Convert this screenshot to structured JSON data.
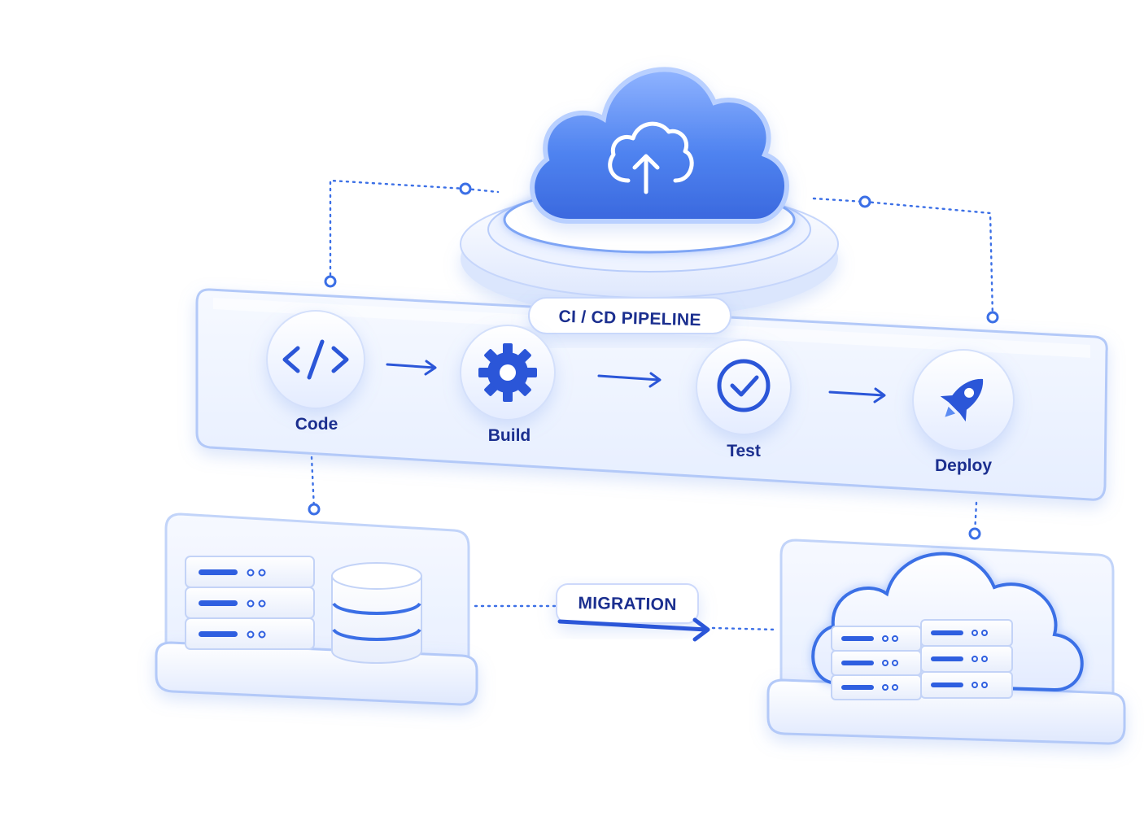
{
  "pipeline": {
    "title": "CI / CD PIPELINE",
    "stages": [
      {
        "label": "Code",
        "icon": "code-icon"
      },
      {
        "label": "Build",
        "icon": "gear-icon"
      },
      {
        "label": "Test",
        "icon": "check-circle-icon"
      },
      {
        "label": "Deploy",
        "icon": "rocket-icon"
      }
    ]
  },
  "migration": {
    "label": "MIGRATION"
  },
  "icons": {
    "cloud": "cloud-upload-icon",
    "on_premise": "server-rack-icon",
    "database": "database-icon",
    "cloud_servers": "cloud-server-icon"
  },
  "colors": {
    "accent": "#3b6fe6",
    "deep": "#1b2f8f",
    "panel": "#eef3ff",
    "stroke": "#a9c2f5"
  }
}
